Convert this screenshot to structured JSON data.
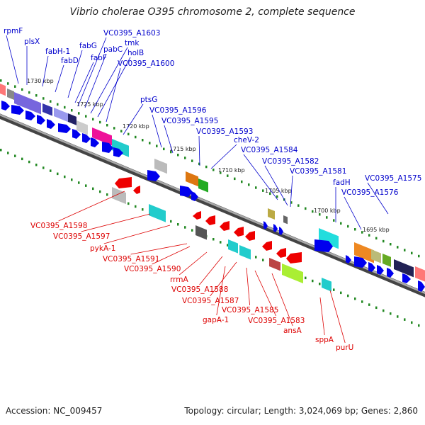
{
  "title": "Vibrio cholerae O395 chromosome 2, complete sequence",
  "footer": {
    "accession": "Accession: NC_009457",
    "summary": "Topology: circular; Length: 3,024,069 bp; Genes: 2,860"
  },
  "colors": {
    "forward_label": "#0000cc",
    "reverse_label": "#dd0000",
    "forward_gene": "#0000ee",
    "reverse_gene": "#ee0000",
    "tick": "#228822",
    "backbone": "#666666"
  },
  "ticks": [
    {
      "label": "1730 kbp"
    },
    {
      "label": "1725 kbp"
    },
    {
      "label": "1720 kbp"
    },
    {
      "label": "1715 kbp"
    },
    {
      "label": "1710 kbp"
    },
    {
      "label": "1705 kbp"
    },
    {
      "label": "1700 kbp"
    },
    {
      "label": "1695 kbp"
    }
  ],
  "forward_labels": [
    {
      "text": "rpmF"
    },
    {
      "text": "plsX"
    },
    {
      "text": "fabH-1"
    },
    {
      "text": "fabD"
    },
    {
      "text": "fabG"
    },
    {
      "text": "fabF"
    },
    {
      "text": "pabC"
    },
    {
      "text": "tmk"
    },
    {
      "text": "holB"
    },
    {
      "text": "VC0395_A1603"
    },
    {
      "text": "VC0395_A1600"
    },
    {
      "text": "ptsG"
    },
    {
      "text": "VC0395_A1596"
    },
    {
      "text": "VC0395_A1595"
    },
    {
      "text": "VC0395_A1593"
    },
    {
      "text": "cheV-2"
    },
    {
      "text": "VC0395_A1584"
    },
    {
      "text": "VC0395_A1582"
    },
    {
      "text": "VC0395_A1581"
    },
    {
      "text": "fadH"
    },
    {
      "text": "VC0395_A1575"
    },
    {
      "text": "VC0395_A1576"
    }
  ],
  "reverse_labels": [
    {
      "text": "VC0395_A1598"
    },
    {
      "text": "VC0395_A1597"
    },
    {
      "text": "pykA-1"
    },
    {
      "text": "VC0395_A1591"
    },
    {
      "text": "VC0395_A1590"
    },
    {
      "text": "rrmA"
    },
    {
      "text": "VC0395_A1588"
    },
    {
      "text": "VC0395_A1587"
    },
    {
      "text": "VC0395_A1585"
    },
    {
      "text": "gapA-1"
    },
    {
      "text": "VC0395_A1583"
    },
    {
      "text": "ansA"
    },
    {
      "text": "sppA"
    },
    {
      "text": "purU"
    }
  ]
}
